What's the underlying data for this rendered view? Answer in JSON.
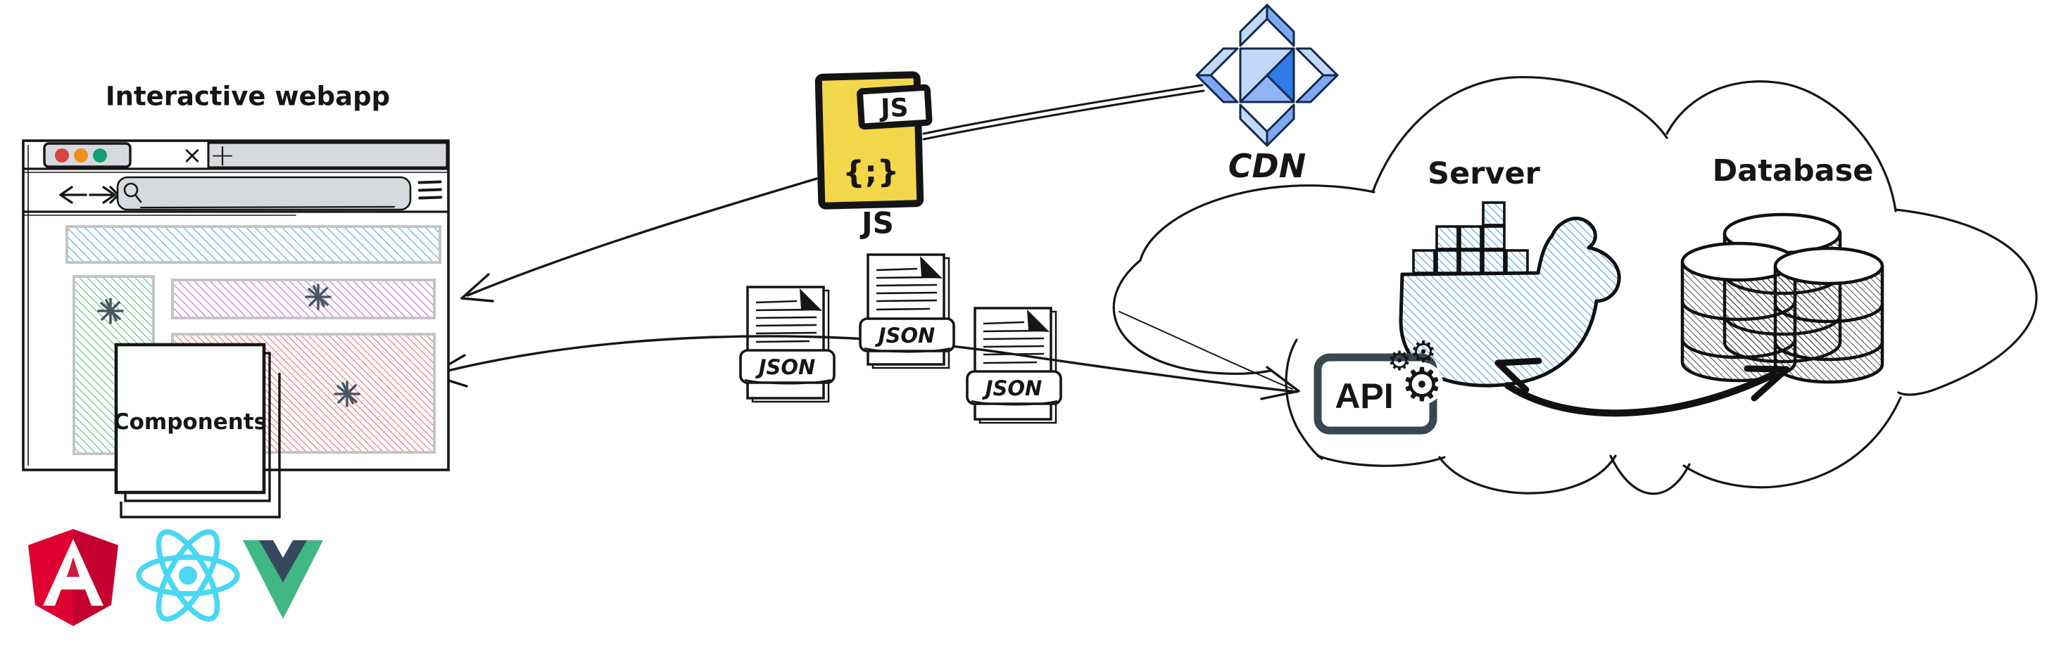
{
  "title": "Interactive webapp",
  "browser": {
    "close_glyph": "×",
    "new_tab_glyph": "+",
    "components_label": "Components"
  },
  "js_file": {
    "badge": "JS",
    "glyph": "{;}",
    "caption": "JS"
  },
  "json_files": [
    "JSON",
    "JSON",
    "JSON"
  ],
  "cdn": {
    "label": "CDN"
  },
  "cloud": {
    "server_label": "Server",
    "database_label": "Database",
    "api_label": "API"
  },
  "icons": {
    "gear_glyph": "⚙"
  },
  "colors": {
    "ink": "#161616",
    "chrome_gray": "#d6dade",
    "traffic_red": "#d64541",
    "traffic_orange": "#ef8e1d",
    "traffic_green": "#169f74",
    "blue_hatch": "#4aa3ef",
    "green_hatch": "#3cc06e",
    "purple_hatch": "#bb52e0",
    "red_hatch": "#ef5a55",
    "scribble_slate": "#4a5763",
    "js_yellow": "#f2d74b",
    "cdn_light": "#c3d7f8",
    "cdn_mid": "#7fa8f2",
    "cdn_dark": "#2f7ce8",
    "cdn_label_slate": "#4a5f6e",
    "api_slate": "#37474f",
    "docker_blue": "#4aa3ef",
    "angular_red": "#dd0031",
    "angular_dark": "#c3002f",
    "react_cyan": "#49d7f3",
    "vue_green": "#41b883",
    "vue_dark": "#35495e"
  }
}
